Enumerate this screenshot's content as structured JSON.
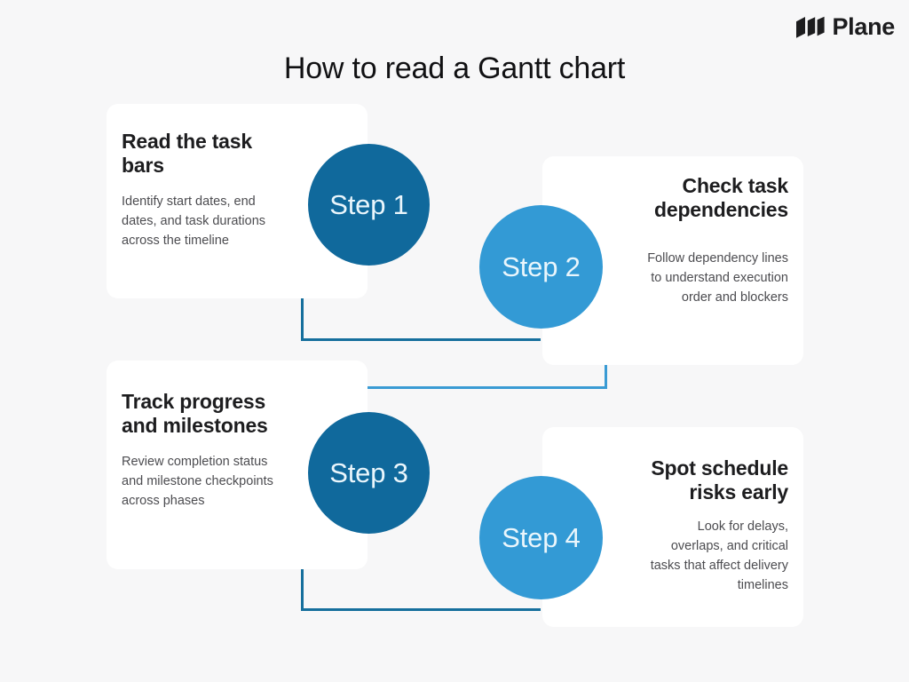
{
  "brand": {
    "name": "Plane",
    "logo_icon": "plane-logo-icon"
  },
  "title": "How to read a Gantt chart",
  "colors": {
    "background": "#f7f7f8",
    "card": "#ffffff",
    "dark_blue": "#10699c",
    "light_blue": "#339ad5",
    "connector_dark": "#166f9d",
    "connector_light": "#3a9bd4",
    "title_text": "#111113",
    "body_text": "#4c4c50"
  },
  "steps": [
    {
      "badge": "Step 1",
      "title": "Read the task bars",
      "body": "Identify start dates, end dates, and task durations across the timeline",
      "align": "left",
      "color": "#10699c"
    },
    {
      "badge": "Step 2",
      "title": "Check task dependencies",
      "body": "Follow dependency lines to understand execution order and blockers",
      "align": "right",
      "color": "#339ad5"
    },
    {
      "badge": "Step 3",
      "title": "Track progress and milestones",
      "body": "Review completion status and milestone checkpoints across phases",
      "align": "left",
      "color": "#10699c"
    },
    {
      "badge": "Step 4",
      "title": "Spot schedule risks early",
      "body": "Look for delays, overlaps, and critical tasks that affect delivery timelines",
      "align": "right",
      "color": "#339ad5"
    }
  ],
  "connectors": [
    {
      "name": "connector-step1-to-step2",
      "color": "#166f9d"
    },
    {
      "name": "connector-step2-to-step3",
      "color": "#3a9bd4"
    },
    {
      "name": "connector-step3-to-step4",
      "color": "#166f9d"
    }
  ]
}
